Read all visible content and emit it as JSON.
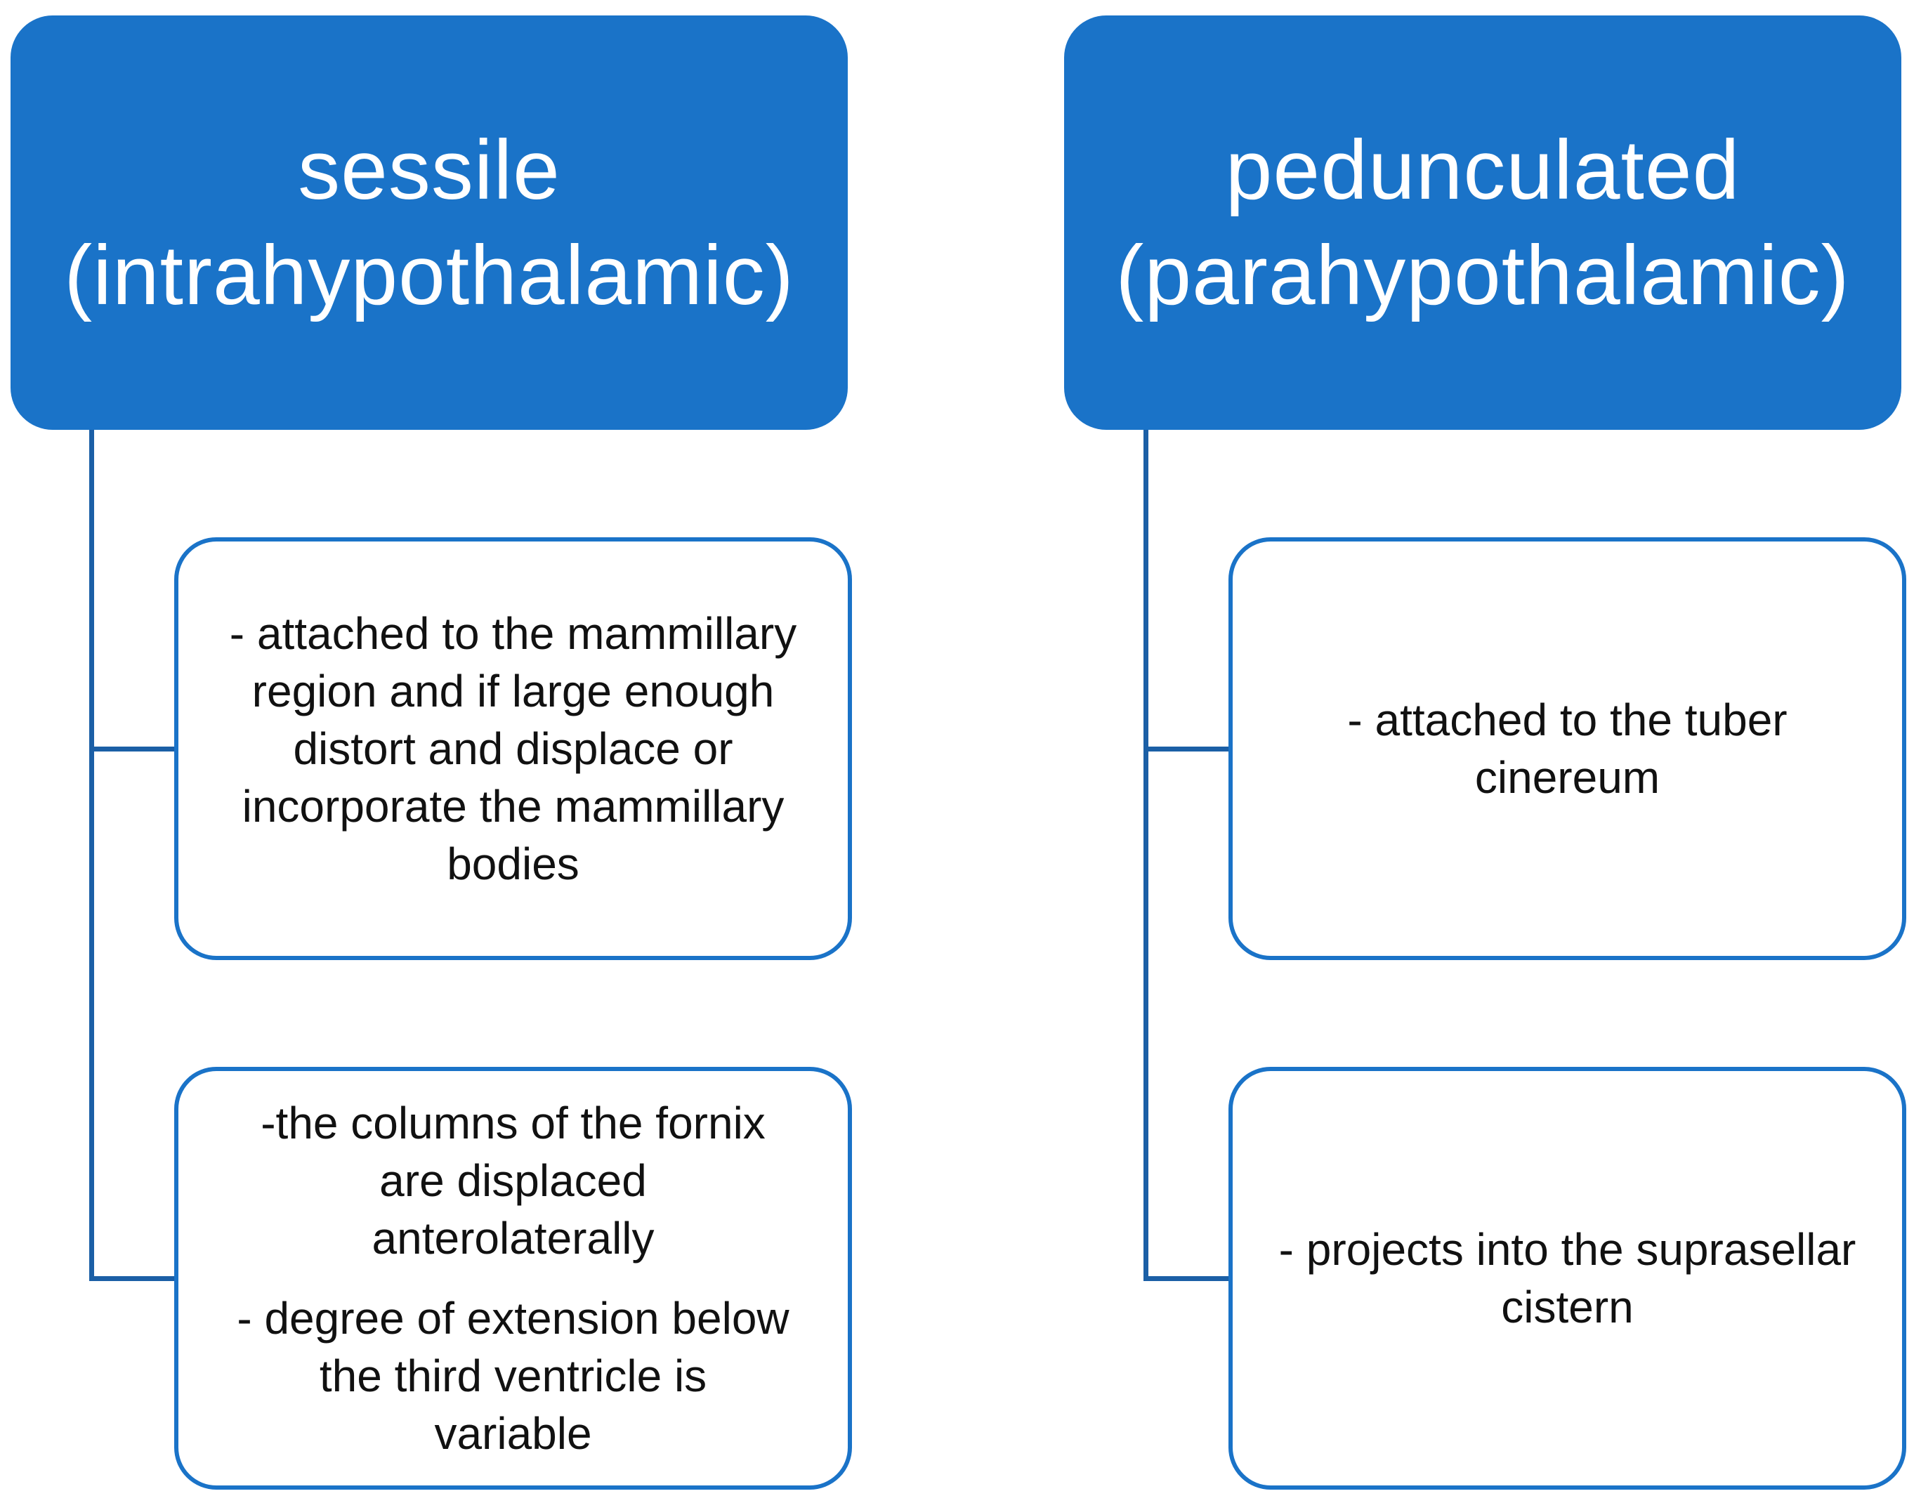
{
  "diagram": {
    "left": {
      "header": {
        "line1": "sessile",
        "line2": "(intrahypothalamic)"
      },
      "children": [
        {
          "paragraphs": [
            "- attached to the mammillary region and if large enough distort and displace or incorporate the mammillary bodies"
          ]
        },
        {
          "paragraphs": [
            "-the columns of the fornix are displaced anterolaterally",
            "- degree of extension below the third ventricle is variable"
          ]
        }
      ]
    },
    "right": {
      "header": {
        "line1": "pedunculated",
        "line2": "(parahypothalamic)"
      },
      "children": [
        {
          "paragraphs": [
            "- attached to the tuber cinereum"
          ]
        },
        {
          "paragraphs": [
            "- projects into the suprasellar cistern"
          ]
        }
      ]
    },
    "colors": {
      "header_fill": "#1a73c8",
      "box_border": "#1a73c8",
      "connector": "#1b5fa6",
      "header_text": "#ffffff",
      "body_text": "#111111"
    }
  }
}
